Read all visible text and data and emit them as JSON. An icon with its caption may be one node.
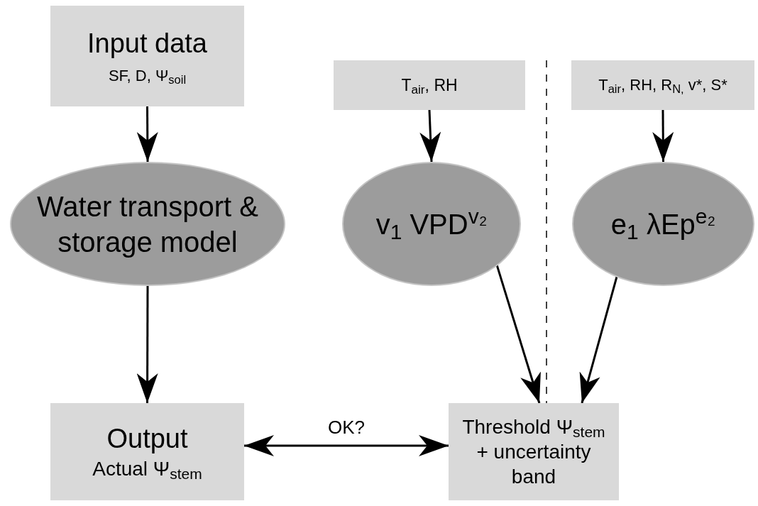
{
  "diagram": {
    "nodes": [
      {
        "text": [
          "Input data",
          "SF, D, Ψ$_{soil}$"
        ]
      },
      {
        "text": [
          "T$_{air}$, RH"
        ]
      },
      {
        "text": [
          "T$_{air}$, RH, R$_{N,}$ v*, S*"
        ]
      },
      {
        "text": [
          "Water transport & storage model"
        ]
      },
      {
        "text": [
          "v$_{1}$ VPD$^{v₂}$"
        ]
      },
      {
        "text": [
          "e$_{1}$ λEp$^{e₂}$"
        ]
      },
      {
        "text": [
          "Output",
          "Actual Ψ$_{stem}$"
        ]
      },
      {
        "text": [
          "Threshold Ψ$_{stem}$ + uncertainty band"
        ]
      }
    ],
    "edges": [
      {
        "from": 0,
        "to": 3,
        "arrow": "to"
      },
      {
        "from": 1,
        "to": 4,
        "arrow": "to"
      },
      {
        "from": 2,
        "to": 5,
        "arrow": "to"
      },
      {
        "from": 3,
        "to": 6,
        "arrow": "to"
      },
      {
        "from": 4,
        "to": 7,
        "arrow": "to"
      },
      {
        "from": 5,
        "to": 7,
        "arrow": "to"
      },
      {
        "from": 6,
        "to": 7,
        "arrow": "both",
        "label": "OK?"
      }
    ]
  }
}
